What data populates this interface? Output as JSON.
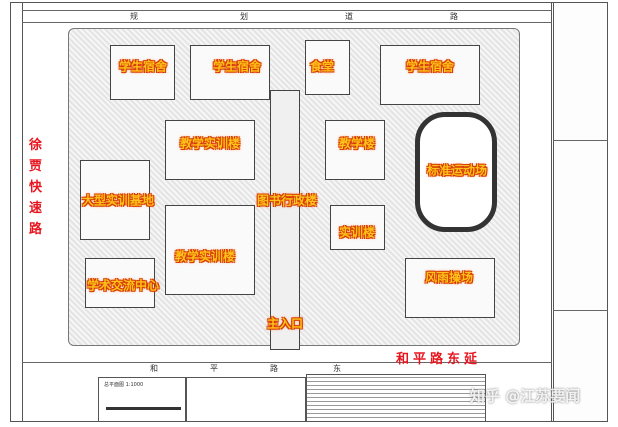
{
  "roads": {
    "north": [
      "规",
      "划",
      "道",
      "路"
    ],
    "south": [
      "和",
      "平",
      "路",
      "东"
    ],
    "west_label": "徐贾快速路",
    "south_label": "和平路东延"
  },
  "buildings": {
    "dorm1": "学生宿舍",
    "dorm2": "学生宿舍",
    "canteen": "食堂",
    "dorm3": "学生宿舍",
    "training_top": "教学实训楼",
    "teaching": "教学楼",
    "stadium": "标准运动场",
    "large_training": "大型实训基地",
    "library": "图书行政楼",
    "training_bldg": "实训楼",
    "training_bottom": "教学实训楼",
    "gym": "风雨操场",
    "exchange": "学术交流中心",
    "entrance": "主入口"
  },
  "legend": {
    "title": "总平面图 1:1000"
  },
  "watermark": "知乎 @江苏要闻",
  "colors": {
    "label_fill": "#ffc21a",
    "label_outline": "#d63b00",
    "road_label": "#e8141e"
  }
}
